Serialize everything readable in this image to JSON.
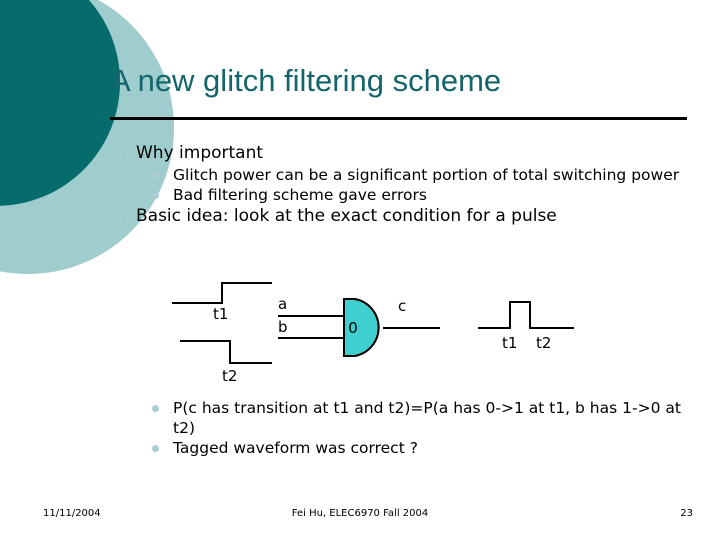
{
  "slide": {
    "title": "A new glitch filtering scheme",
    "theme": {
      "title_color": "#14656B",
      "deco_dark": "#066B6B",
      "deco_light": "#9FCCCC",
      "bullet_marker_color": "#A9CFD4",
      "gate_fill": "#3FCFCF",
      "rule_color": "#000000",
      "body_text_color": "#000000"
    }
  },
  "body": {
    "bullets": [
      {
        "level": 1,
        "marker": "hollow-circle-bullet",
        "text": "Why important"
      },
      {
        "level": 2,
        "marker": "filled-dot-bullet",
        "text": "Glitch power can be a significant portion of total switching power"
      },
      {
        "level": 2,
        "marker": "filled-dot-bullet",
        "text": "Bad filtering scheme gave errors"
      },
      {
        "level": 1,
        "marker": "hollow-circle-bullet",
        "text": "Basic idea: look at the exact condition for a pulse"
      }
    ],
    "bullets_after_diagram": [
      {
        "level": 2,
        "marker": "filled-dot-bullet",
        "text": "P(c has transition at t1 and t2)=P(a has 0->1 at t1, b has 1->0 at t2)"
      },
      {
        "level": 2,
        "marker": "filled-dot-bullet",
        "text": "Tagged waveform was correct ?"
      }
    ]
  },
  "diagram": {
    "name": "and-gate-glitch-timing-diagram",
    "input_waveform_top_label": "t1",
    "input_waveform_bottom_label": "t2",
    "gate_input_labels": [
      "a",
      "b"
    ],
    "gate_symbol": "AND",
    "gate_inner_text": "0",
    "gate_output_label": "c",
    "output_waveform_labels": [
      "t1",
      "t2"
    ]
  },
  "footer": {
    "date": "11/11/2004",
    "center": "Fei Hu, ELEC6970 Fall 2004",
    "page_number": "23"
  }
}
